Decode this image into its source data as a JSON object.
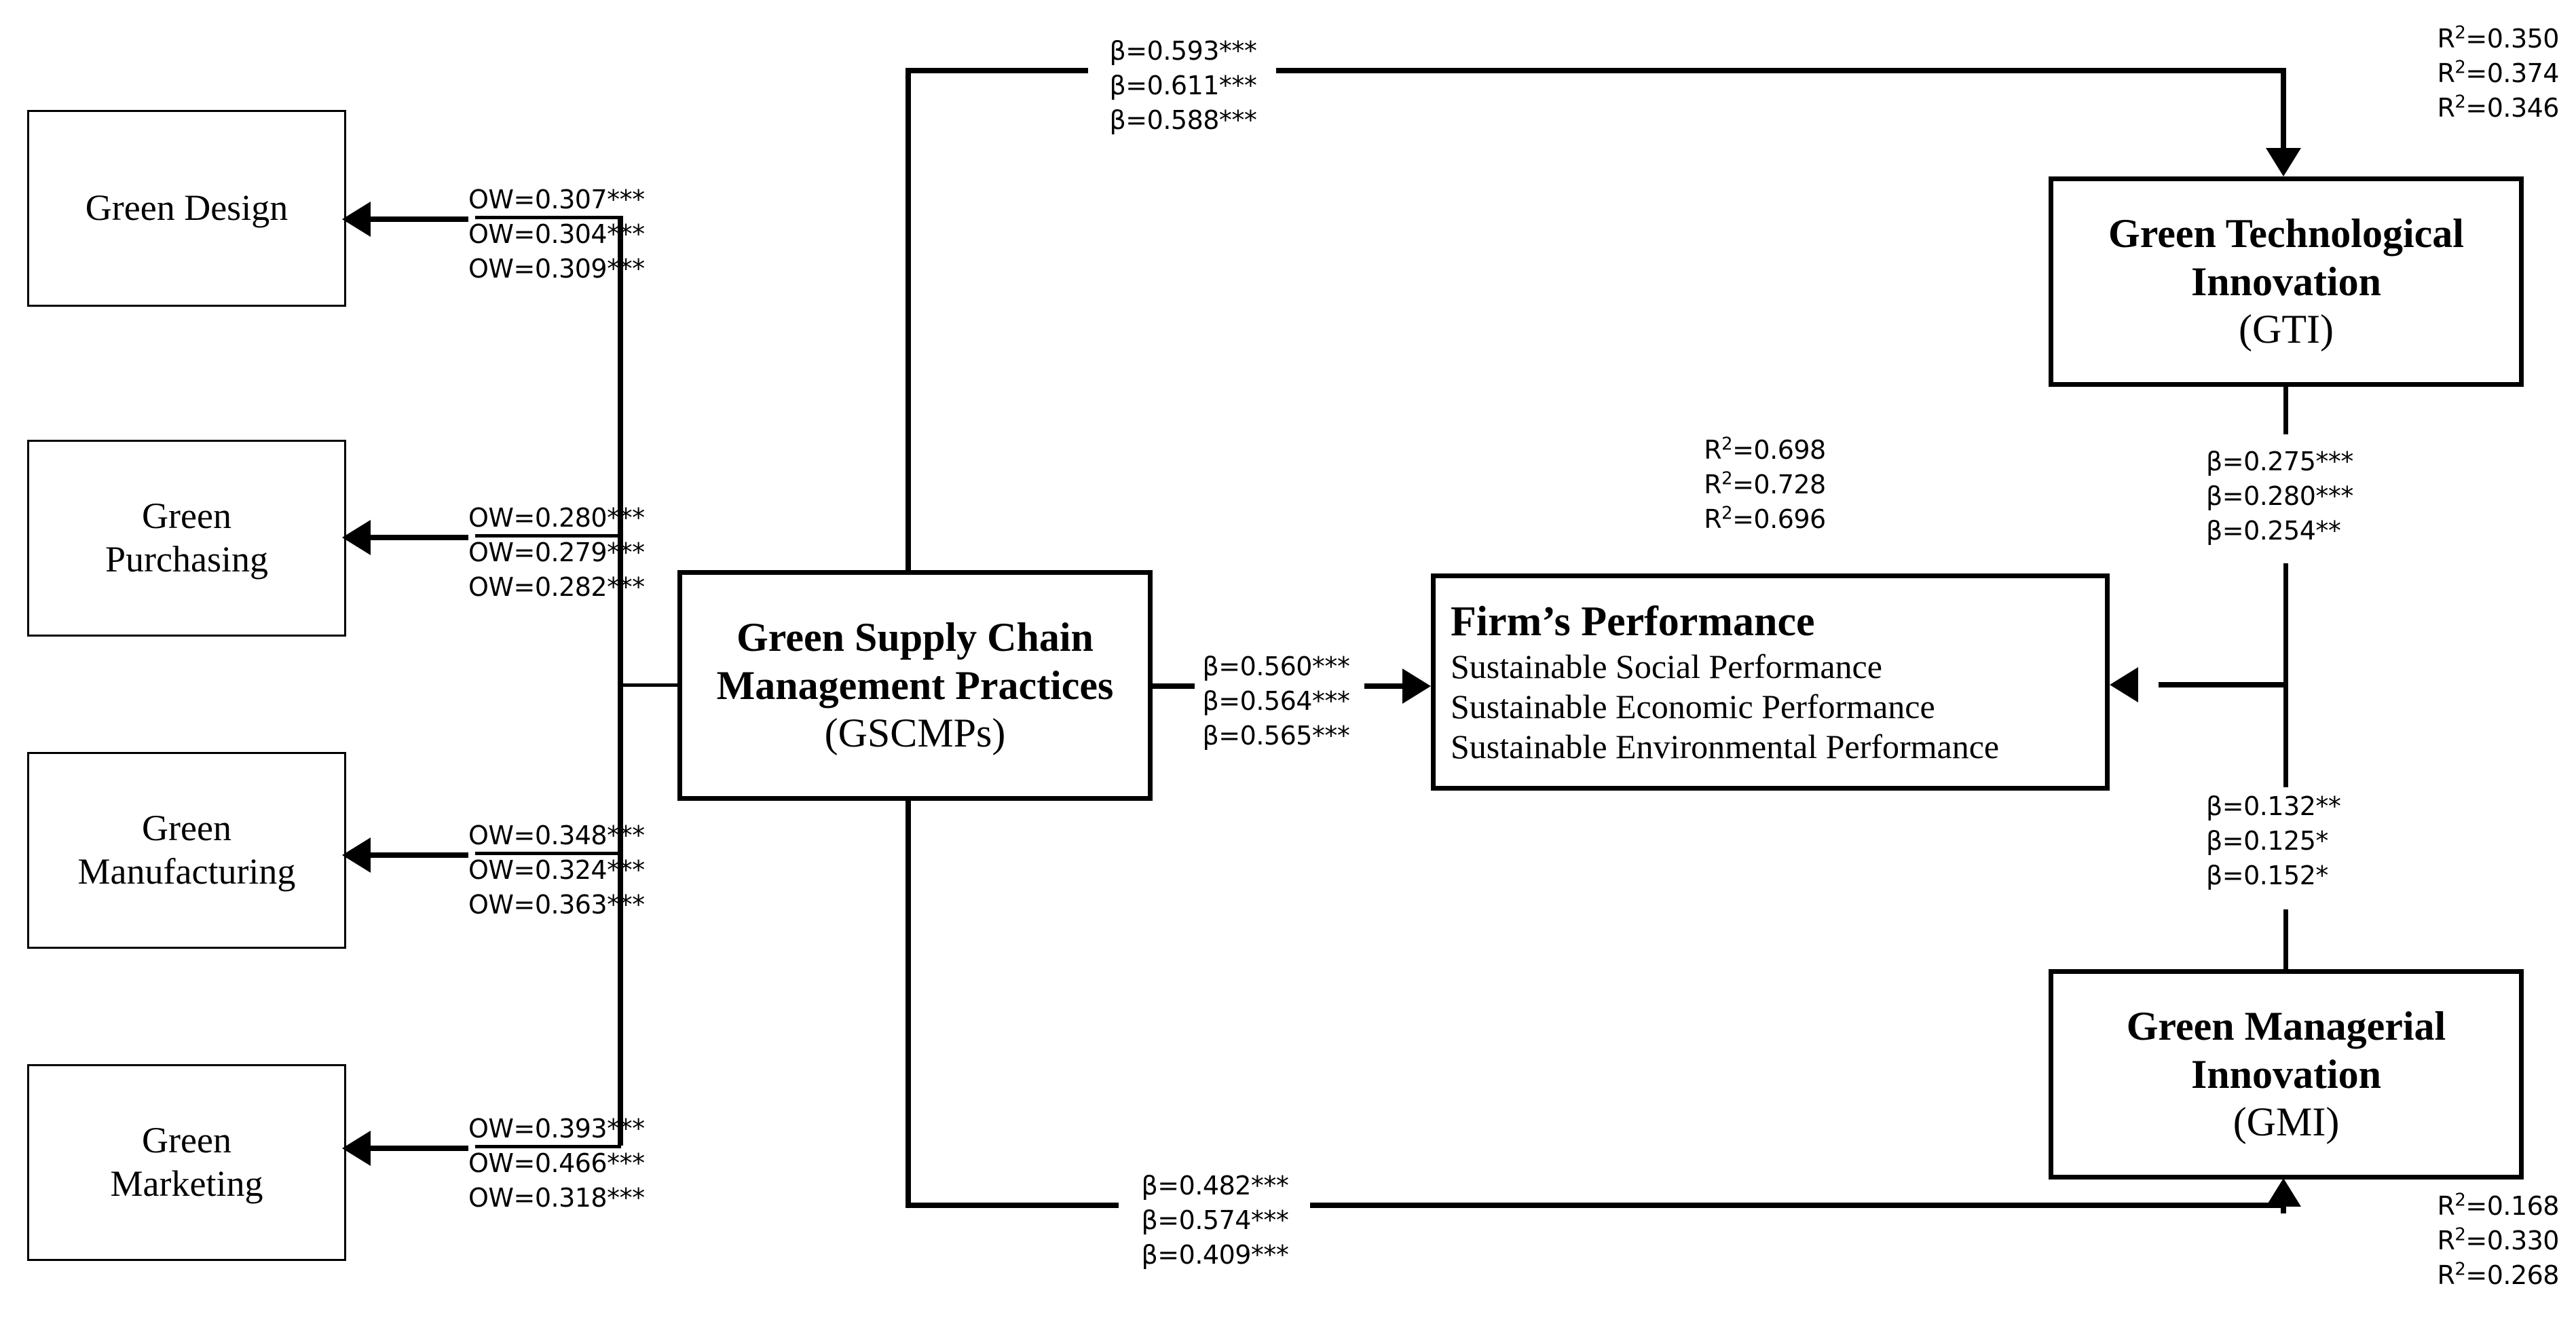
{
  "diagram": {
    "title": "Green Supply Chain Management Practices structural model",
    "line_color": "#000000",
    "background": "#ffffff"
  },
  "indicators": [
    {
      "id": "green-design",
      "lines": [
        "Green Design"
      ],
      "weights": [
        "OW=0.307***",
        "OW=0.304***",
        "OW=0.309***"
      ]
    },
    {
      "id": "green-purchasing",
      "lines": [
        "Green",
        "Purchasing"
      ],
      "weights": [
        "OW=0.280***",
        "OW=0.279***",
        "OW=0.282***"
      ]
    },
    {
      "id": "green-manufacturing",
      "lines": [
        "Green",
        "Manufacturing"
      ],
      "weights": [
        "OW=0.348***",
        "OW=0.324***",
        "OW=0.363***"
      ]
    },
    {
      "id": "green-marketing",
      "lines": [
        "Green",
        "Marketing"
      ],
      "weights": [
        "OW=0.393***",
        "OW=0.466***",
        "OW=0.318***"
      ]
    }
  ],
  "constructs": {
    "gscmps": {
      "title_line1": "Green Supply Chain",
      "title_line2": "Management Practices",
      "abbrev": "(GSCMPs)"
    },
    "gti": {
      "title_line1": "Green Technological",
      "title_line2": "Innovation",
      "abbrev": "(GTI)"
    },
    "gmi": {
      "title_line1": "Green Managerial",
      "title_line2": "Innovation",
      "abbrev": "(GMI)"
    },
    "firm_performance": {
      "title": "Firm’s Performance",
      "items": [
        "Sustainable Social Performance",
        "Sustainable Economic Performance",
        "Sustainable Environmental Performance"
      ]
    }
  },
  "paths": {
    "gscmps_to_gti": {
      "labels": [
        "β=0.593***",
        "β=0.611***",
        "β=0.588***"
      ]
    },
    "gscmps_to_fp": {
      "labels": [
        "β=0.560***",
        "β=0.564***",
        "β=0.565***"
      ]
    },
    "gscmps_to_gmi": {
      "labels": [
        "β=0.482***",
        "β=0.574***",
        "β=0.409***"
      ]
    },
    "gti_to_fp": {
      "labels": [
        "β=0.275***",
        "β=0.280***",
        "β=0.254**"
      ]
    },
    "gmi_to_fp": {
      "labels": [
        "β=0.132**",
        "β=0.125*",
        "β=0.152*"
      ]
    }
  },
  "r_squared": {
    "gti": {
      "prefix": "R",
      "sup": "2",
      "values": [
        "=0.350",
        "=0.374",
        "=0.346"
      ]
    },
    "fp": {
      "prefix": "R",
      "sup": "2",
      "values": [
        "=0.698",
        "=0.728",
        "=0.696"
      ]
    },
    "gmi": {
      "prefix": "R",
      "sup": "2",
      "values": [
        "=0.168",
        "=0.330",
        "=0.268"
      ]
    }
  },
  "chart_data": {
    "type": "diagram",
    "title": "Green Supply Chain Management Practices – PLS-SEM structural model (three samples)",
    "nodes": [
      {
        "name": "Green Design",
        "kind": "indicator"
      },
      {
        "name": "Green Purchasing",
        "kind": "indicator"
      },
      {
        "name": "Green Manufacturing",
        "kind": "indicator"
      },
      {
        "name": "Green Marketing",
        "kind": "indicator"
      },
      {
        "name": "Green Supply Chain Management Practices (GSCMPs)",
        "kind": "construct"
      },
      {
        "name": "Green Technological Innovation (GTI)",
        "kind": "construct",
        "r2": [
          0.35,
          0.374,
          0.346
        ]
      },
      {
        "name": "Green Managerial Innovation (GMI)",
        "kind": "construct",
        "r2": [
          0.168,
          0.33,
          0.268
        ]
      },
      {
        "name": "Firm’s Performance",
        "kind": "construct",
        "r2": [
          0.698,
          0.728,
          0.696
        ]
      }
    ],
    "edges": [
      {
        "from": "GSCMPs",
        "to": "Green Design",
        "type": "outer weight",
        "values": [
          0.307,
          0.304,
          0.309
        ],
        "sig": [
          "***",
          "***",
          "***"
        ]
      },
      {
        "from": "GSCMPs",
        "to": "Green Purchasing",
        "type": "outer weight",
        "values": [
          0.28,
          0.279,
          0.282
        ],
        "sig": [
          "***",
          "***",
          "***"
        ]
      },
      {
        "from": "GSCMPs",
        "to": "Green Manufacturing",
        "type": "outer weight",
        "values": [
          0.348,
          0.324,
          0.363
        ],
        "sig": [
          "***",
          "***",
          "***"
        ]
      },
      {
        "from": "GSCMPs",
        "to": "Green Marketing",
        "type": "outer weight",
        "values": [
          0.393,
          0.466,
          0.318
        ],
        "sig": [
          "***",
          "***",
          "***"
        ]
      },
      {
        "from": "GSCMPs",
        "to": "GTI",
        "type": "path",
        "values": [
          0.593,
          0.611,
          0.588
        ],
        "sig": [
          "***",
          "***",
          "***"
        ]
      },
      {
        "from": "GSCMPs",
        "to": "Firm’s Performance",
        "type": "path",
        "values": [
          0.56,
          0.564,
          0.565
        ],
        "sig": [
          "***",
          "***",
          "***"
        ]
      },
      {
        "from": "GSCMPs",
        "to": "GMI",
        "type": "path",
        "values": [
          0.482,
          0.574,
          0.409
        ],
        "sig": [
          "***",
          "***",
          "***"
        ]
      },
      {
        "from": "GTI",
        "to": "Firm’s Performance",
        "type": "path",
        "values": [
          0.275,
          0.28,
          0.254
        ],
        "sig": [
          "***",
          "***",
          "**"
        ]
      },
      {
        "from": "GMI",
        "to": "Firm’s Performance",
        "type": "path",
        "values": [
          0.132,
          0.125,
          0.152
        ],
        "sig": [
          "**",
          "*",
          "*"
        ]
      }
    ]
  }
}
